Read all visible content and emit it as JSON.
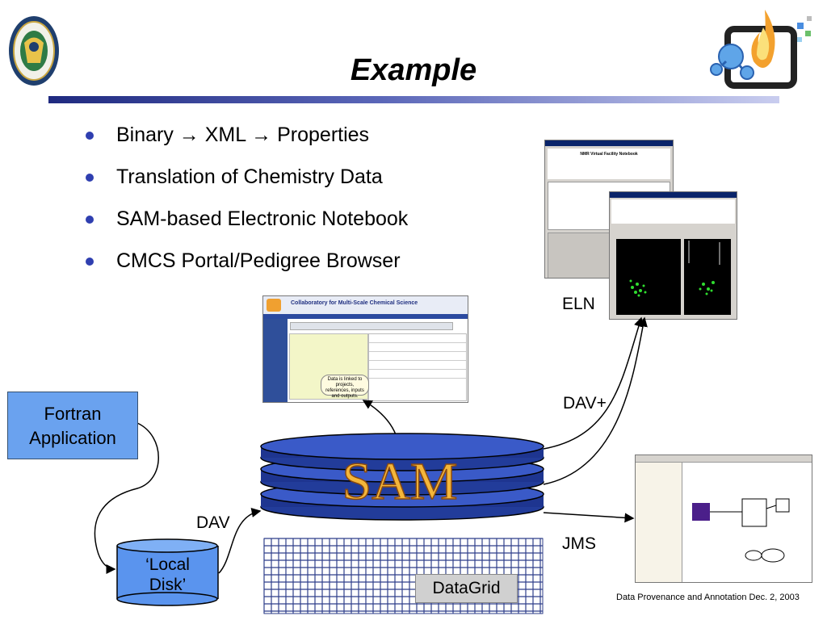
{
  "slide": {
    "title": "Example",
    "footer": "Data Provenance and Annotation Dec. 2, 2003"
  },
  "bullets": [
    "Binary → XML → Properties",
    "Translation of Chemistry Data",
    "SAM-based Electronic Notebook",
    "CMCS Portal/Pedigree Browser"
  ],
  "diagram": {
    "fortran_label_line1": "Fortran",
    "fortran_label_line2": "Application",
    "local_disk_line1": "‘Local",
    "local_disk_line2": "Disk’",
    "sam_label": "SAM",
    "datagrid_label": "DataGrid",
    "dav_label": "DAV",
    "dav_plus_label": "DAV+",
    "jms_label": "JMS",
    "eln_label": "ELN"
  },
  "portal_screenshot": {
    "header": "Collaboratory for Multi-Scale Chemical Science",
    "tooltip": "Data is linked to projects, references, inputs and outputs."
  },
  "eln_screenshot": {
    "header": "NMR Virtual Facility Notebook"
  },
  "colors": {
    "accent_blue": "#2f3fb0",
    "box_blue": "#6aa2ef",
    "disk_blue": "#5a94ee",
    "sam_text": "#f4b63a"
  }
}
